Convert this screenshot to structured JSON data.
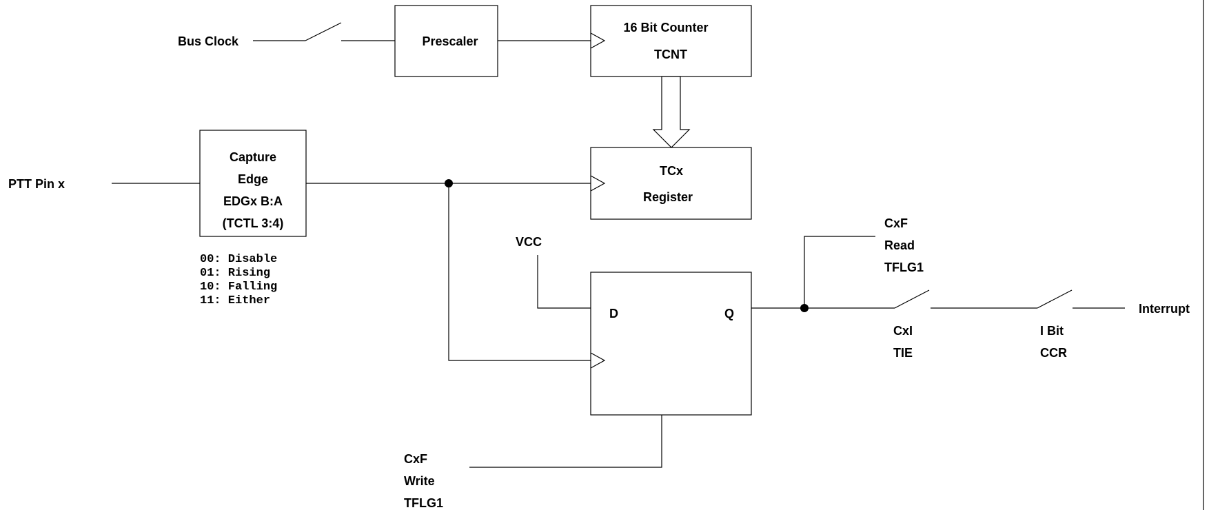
{
  "diagram": {
    "inputs": {
      "bus_clock": "Bus Clock",
      "ptt_pin": "PTT Pin x",
      "vcc": "VCC"
    },
    "prescaler": "Prescaler",
    "counter": {
      "line1": "16 Bit Counter",
      "line2": "TCNT"
    },
    "tcx_register": {
      "line1": "TCx",
      "line2": "Register"
    },
    "capture_edge": {
      "line1": "Capture",
      "line2": "Edge",
      "line3": "EDGx B:A",
      "line4": "(TCTL 3:4)"
    },
    "edge_modes": [
      "00: Disable",
      "01: Rising",
      "10: Falling",
      "11: Either"
    ],
    "flipflop": {
      "d": "D",
      "q": "Q"
    },
    "flag_read": {
      "line1": "CxF",
      "line2": "Read",
      "line3": "TFLG1"
    },
    "flag_write": {
      "line1": "CxF",
      "line2": "Write",
      "line3": "TFLG1"
    },
    "interrupt_enable": {
      "line1": "CxI",
      "line2": "TIE"
    },
    "ibit": {
      "line1": "I Bit",
      "line2": "CCR"
    },
    "output": "Interrupt"
  }
}
